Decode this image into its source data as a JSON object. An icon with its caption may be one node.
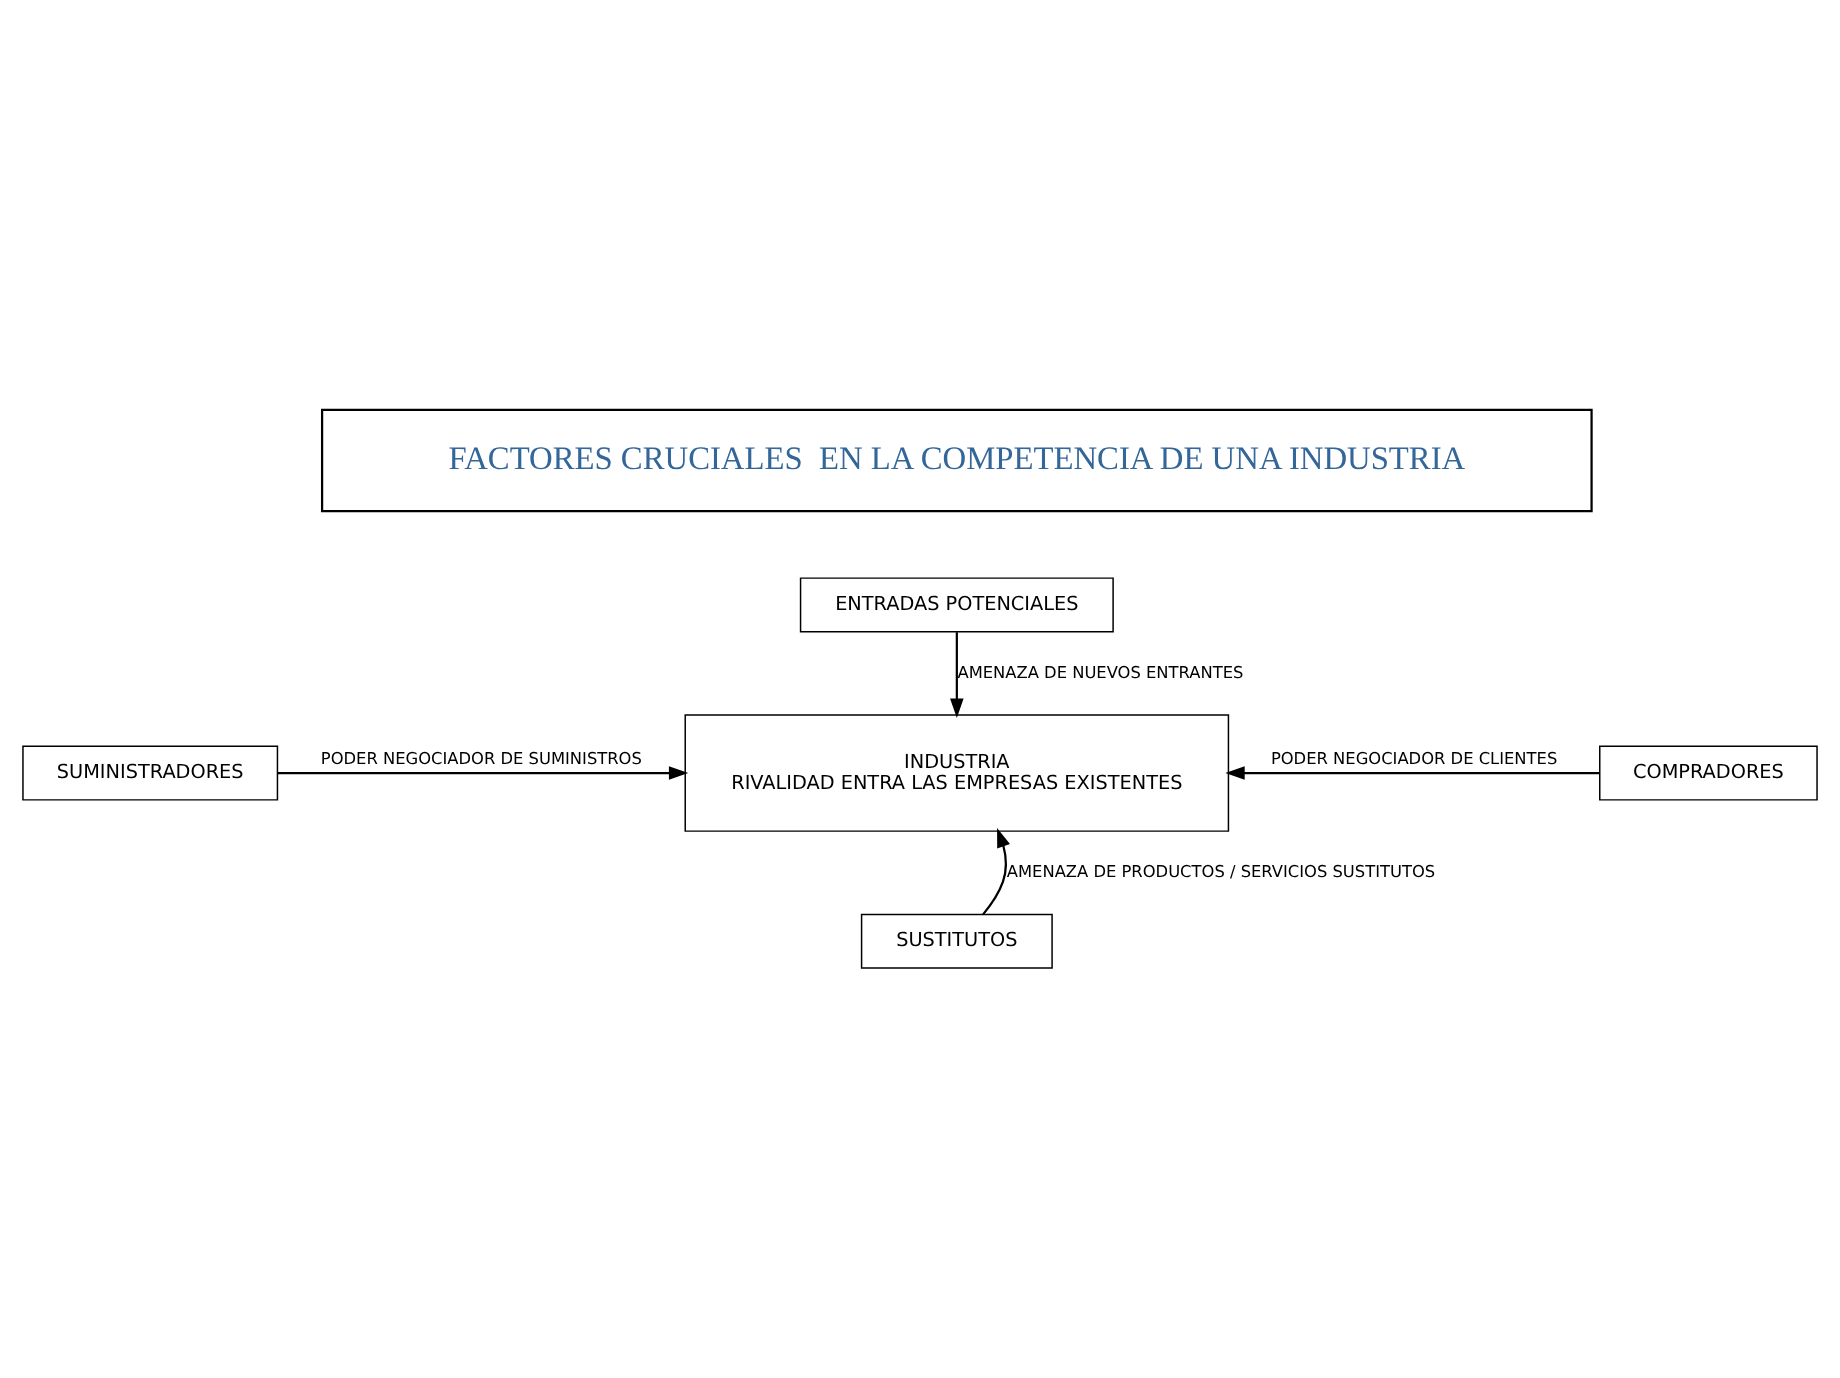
{
  "diagram": {
    "nodes": [
      {
        "text": [
          "FACTORES CRUCIALES  EN LA COMPETENCIA DE UNA INDUSTRIA"
        ]
      },
      {
        "text": [
          "ENTRADAS POTENCIALES"
        ]
      },
      {
        "text": [
          "INDUSTRIA",
          "RIVALIDAD ENTRA LAS EMPRESAS EXISTENTES"
        ]
      },
      {
        "text": [
          "SUMINISTRADORES"
        ]
      },
      {
        "text": [
          "COMPRADORES"
        ]
      },
      {
        "text": [
          "SUSTITUTOS"
        ]
      }
    ],
    "edges": [
      {
        "from": 1,
        "to": 2,
        "arrow": "to",
        "label": "AMENAZA DE NUEVOS ENTRANTES"
      },
      {
        "from": 3,
        "to": 2,
        "arrow": "to",
        "label": "PODER NEGOCIADOR DE SUMINISTROS"
      },
      {
        "from": 4,
        "to": 2,
        "arrow": "to",
        "label": "PODER NEGOCIADOR DE CLIENTES"
      },
      {
        "from": 5,
        "to": 2,
        "arrow": "to",
        "label": "AMENAZA DE PRODUCTOS / SERVICIOS SUSTITUTOS"
      }
    ]
  }
}
